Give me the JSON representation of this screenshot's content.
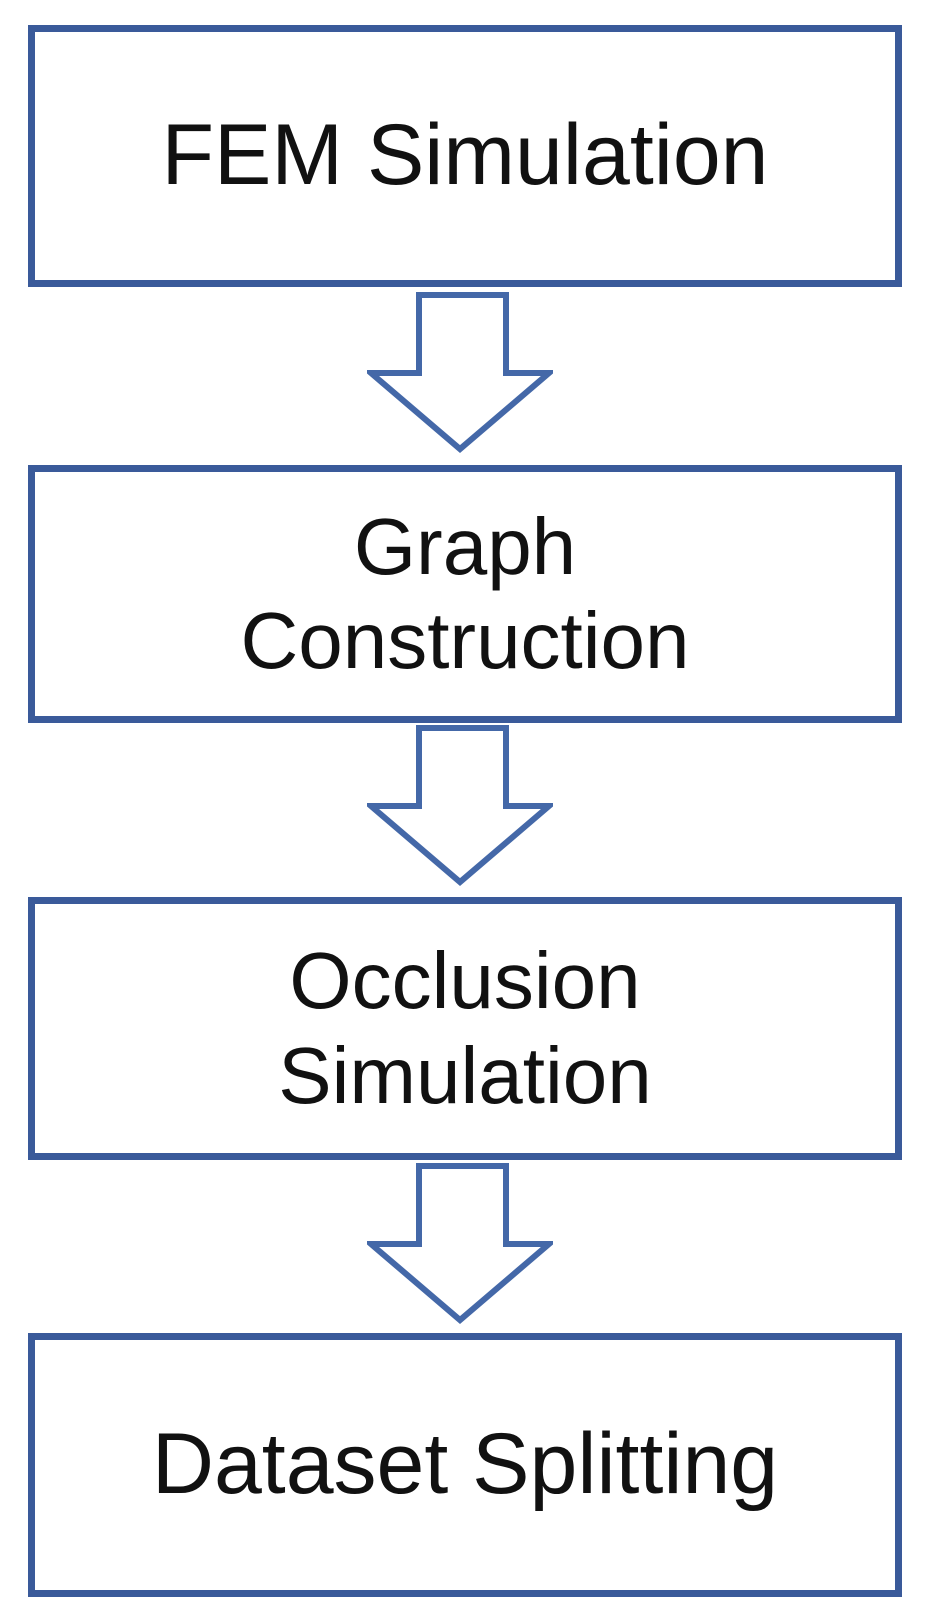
{
  "diagram": {
    "title": "Dataset generation pipeline flowchart",
    "colors": {
      "border": "#3a5a9a",
      "arrow": "#4468a8",
      "text": "#111111",
      "background": "#ffffff"
    },
    "boxes": [
      {
        "id": "fem-simulation",
        "line1": "FEM Simulation"
      },
      {
        "id": "graph-construction",
        "line1": "Graph",
        "line2": "Construction"
      },
      {
        "id": "occlusion-simulation",
        "line1": "Occlusion",
        "line2": "Simulation"
      },
      {
        "id": "dataset-splitting",
        "line1": "Dataset Splitting"
      }
    ],
    "arrows": [
      {
        "from": "fem-simulation",
        "to": "graph-construction",
        "direction": "down"
      },
      {
        "from": "graph-construction",
        "to": "occlusion-simulation",
        "direction": "down"
      },
      {
        "from": "occlusion-simulation",
        "to": "dataset-splitting",
        "direction": "down"
      }
    ]
  }
}
